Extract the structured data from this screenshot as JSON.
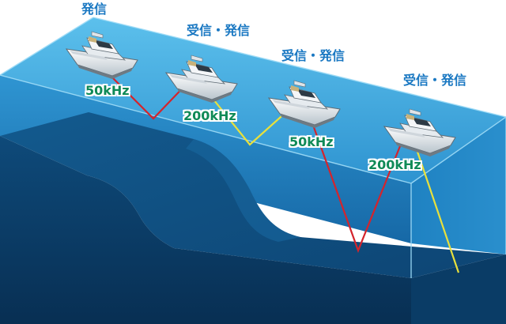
{
  "labels": {
    "role_1": "発信",
    "role_2": "受信・発信",
    "role_3": "受信・発信",
    "role_4": "受信・発信",
    "freq_1": "50kHz",
    "freq_2": "200kHz",
    "freq_3": "50kHz",
    "freq_4": "200kHz"
  },
  "colors": {
    "beam_50khz": "#d4242c",
    "beam_200khz": "#e8e03c",
    "water_surface": "#3ea6de",
    "water_front": "#1f7fbd",
    "seabed_top": "#0f4a78",
    "seabed_front": "#0b3a63",
    "role_text": "#1a78c2",
    "freq_text": "#0f8a57"
  }
}
